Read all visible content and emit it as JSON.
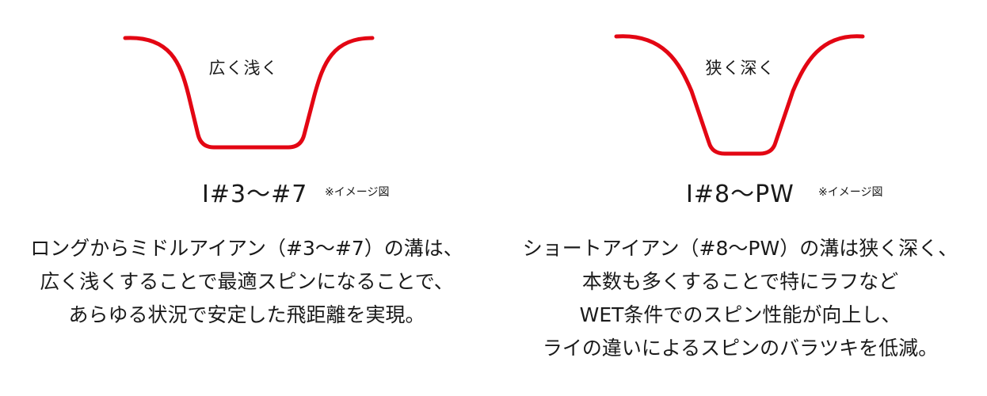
{
  "accent_color": "#e30613",
  "left": {
    "groove_label": "広く浅く",
    "iron_range": "I#3〜#7",
    "note": "※イメージ図",
    "description_lines": [
      "ロングからミドルアイアン（#3〜#7）の溝は、",
      "広く浅くすることで最適スピンになることで、",
      "あらゆる状況で安定した飛距離を実現。"
    ]
  },
  "right": {
    "groove_label": "狭く深く",
    "iron_range": "I#8〜PW",
    "note": "※イメージ図",
    "description_lines": [
      "ショートアイアン（#8〜PW）の溝は狭く深く、",
      "本数も多くすることで特にラフなど",
      "WET条件でのスピン性能が向上し、",
      "ライの違いによるスピンのバラツキを低減。"
    ]
  }
}
